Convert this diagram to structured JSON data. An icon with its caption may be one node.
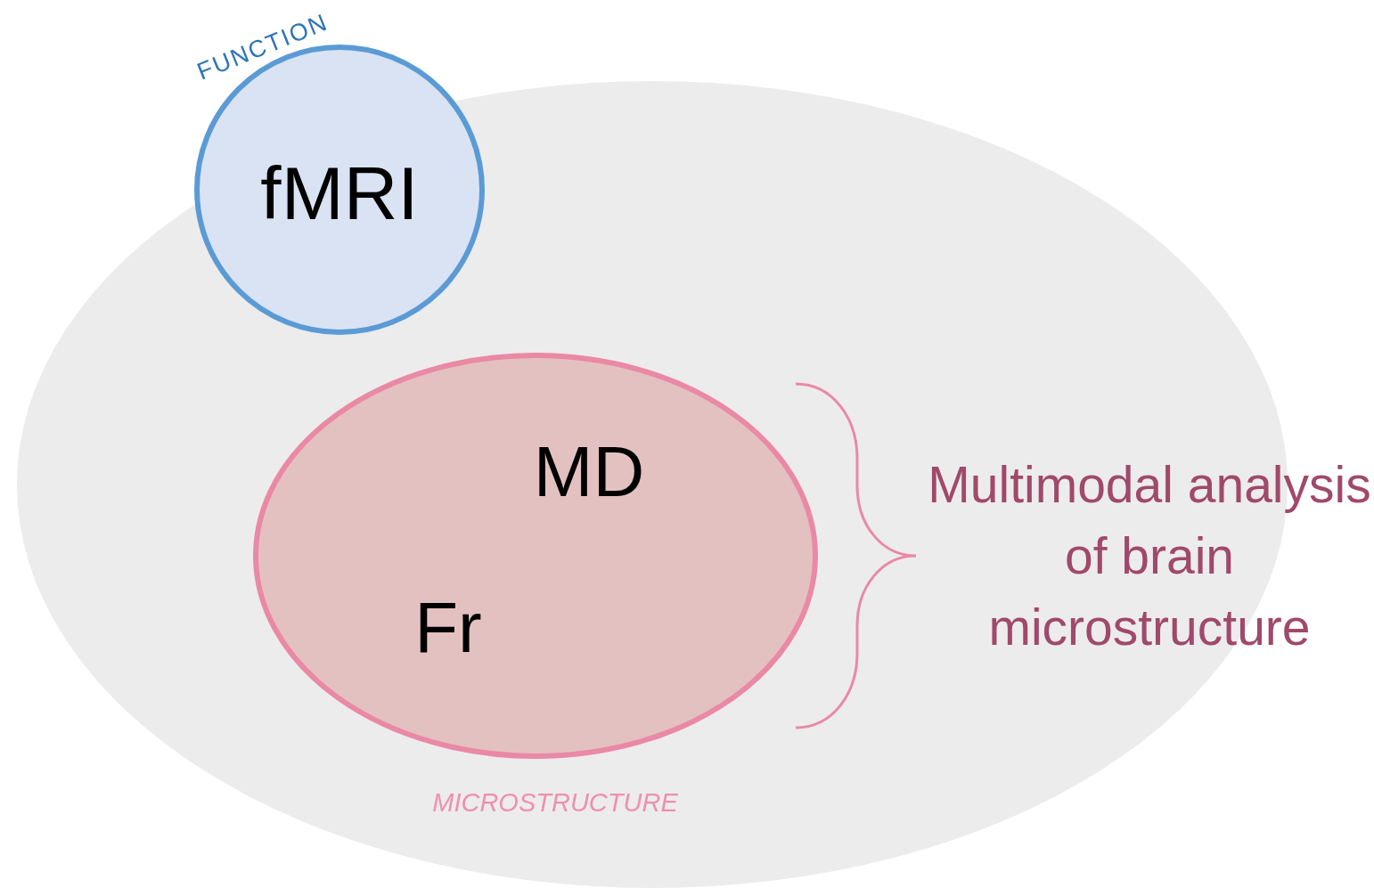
{
  "diagram": {
    "nodes": [
      {
        "text": [],
        "shape": "ellipse"
      },
      {
        "text": [
          "FUNCTION",
          "fMRI"
        ]
      },
      {
        "text": [
          "MD",
          "Fr",
          "MICROSTRUCTURE"
        ],
        "in": 0
      }
    ],
    "edges": [],
    "labels": [
      "Multimodal analysis of brain microstructure"
    ]
  }
}
